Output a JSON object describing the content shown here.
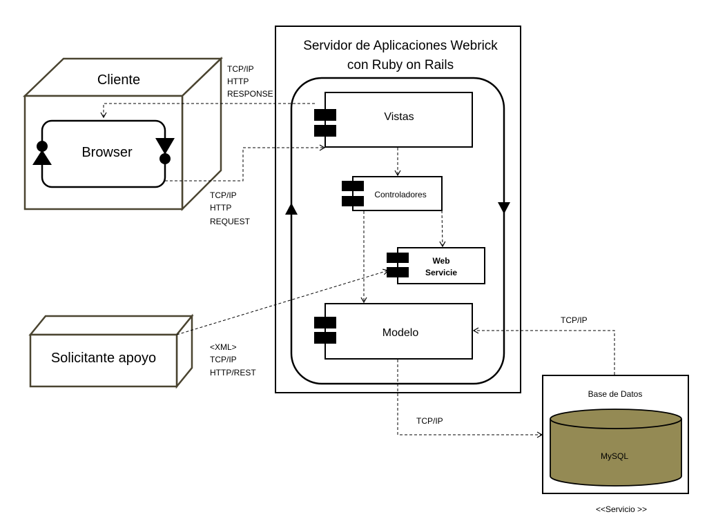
{
  "server": {
    "title_line1": "Servidor de Aplicaciones Webrick",
    "title_line2": "con Ruby on Rails"
  },
  "client": {
    "title": "Cliente",
    "browser": "Browser"
  },
  "components": {
    "vistas": "Vistas",
    "controladores": "Controladores",
    "web_line1": "Web",
    "web_line2": "Servicie",
    "modelo": "Modelo"
  },
  "requester": {
    "label": "Solicitante apoyo"
  },
  "database": {
    "title": "Base de Datos",
    "engine": "MySQL",
    "stereotype": "<<Servicio >>"
  },
  "connections": {
    "response": [
      "TCP/IP",
      "HTTP",
      "RESPONSE"
    ],
    "request": [
      "TCP/IP",
      "HTTP",
      "REQUEST"
    ],
    "rest": [
      "<XML>",
      "TCP/IP",
      "HTTP/REST"
    ],
    "db_to_model": "TCP/IP",
    "model_to_db": "TCP/IP"
  },
  "colors": {
    "node_border": "#4a4430",
    "db_fill": "#948a54",
    "line": "#000000"
  }
}
